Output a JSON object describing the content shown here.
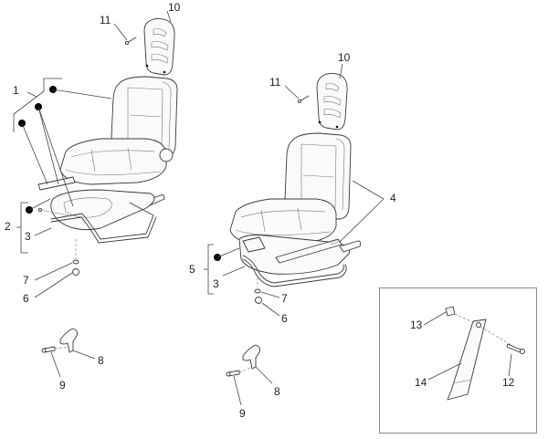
{
  "diagram": {
    "type": "exploded-parts-diagram",
    "subject": "seat assembly",
    "colors": {
      "line": "#3a3a3a",
      "label": "#222222",
      "background": "#ffffff",
      "inset_border": "#8a8a8a"
    },
    "labels": {
      "left_seat": {
        "l1": "1",
        "l2": "2",
        "l3": "3",
        "l6": "6",
        "l7": "7",
        "l8": "8",
        "l9": "9",
        "l10": "10",
        "l11": "11"
      },
      "right_seat": {
        "l3": "3",
        "l4": "4",
        "l5": "5",
        "l6": "6",
        "l7": "7",
        "l8": "8",
        "l9": "9",
        "l10": "10",
        "l11": "11"
      },
      "inset": {
        "l12": "12",
        "l13": "13",
        "l14": "14"
      }
    },
    "parts": [
      {
        "id": "1",
        "desc": "seat assembly (bracket group)"
      },
      {
        "id": "2",
        "desc": "seat base group (bracket group)"
      },
      {
        "id": "3",
        "desc": "seat base frame"
      },
      {
        "id": "4",
        "desc": "seat back / cushion (right seat)"
      },
      {
        "id": "5",
        "desc": "seat base group (right seat)"
      },
      {
        "id": "6",
        "desc": "nut"
      },
      {
        "id": "7",
        "desc": "washer"
      },
      {
        "id": "8",
        "desc": "adjustment lever"
      },
      {
        "id": "9",
        "desc": "screw"
      },
      {
        "id": "10",
        "desc": "headrest panel"
      },
      {
        "id": "11",
        "desc": "screw"
      },
      {
        "id": "12",
        "desc": "bolt"
      },
      {
        "id": "13",
        "desc": "nut clip"
      },
      {
        "id": "14",
        "desc": "strap bracket"
      }
    ]
  }
}
